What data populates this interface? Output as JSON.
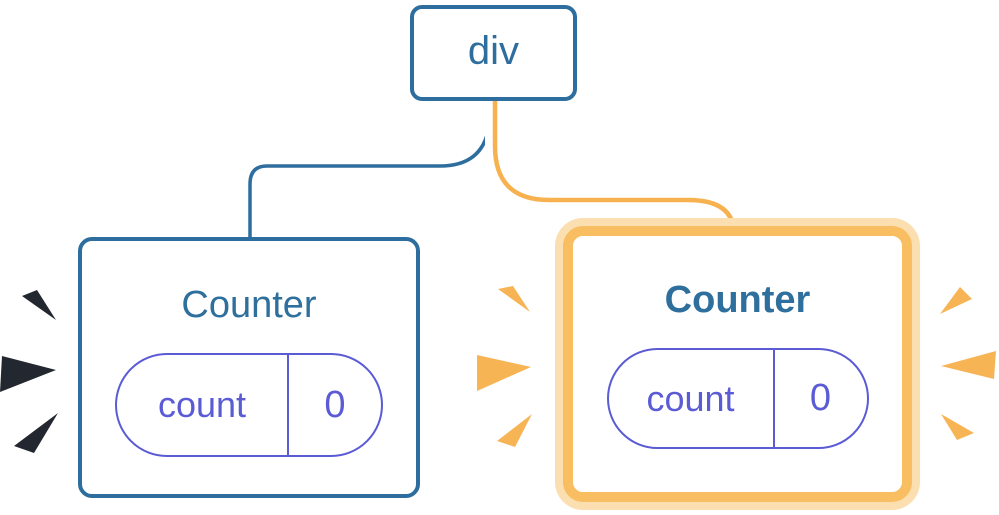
{
  "diagram": {
    "root_node": {
      "label": "div"
    },
    "edges": [
      {
        "from": "div",
        "to": "counter-0",
        "color": "#2d6e9e",
        "style": "thin"
      },
      {
        "from": "div",
        "to": "counter-1",
        "color": "#f7b24f",
        "style": "thick-white-cased"
      }
    ],
    "counters": [
      {
        "title": "Counter",
        "state_key": "count",
        "state_value": "0",
        "highlighted": false,
        "spark_color": "#23272f",
        "spark_sides": [
          "left"
        ]
      },
      {
        "title": "Counter",
        "state_key": "count",
        "state_value": "0",
        "highlighted": true,
        "spark_color": "#f7b455",
        "spark_sides": [
          "left",
          "right"
        ]
      }
    ]
  },
  "colors": {
    "edge_blue": "#2d6e9e",
    "title_blue": "#2e6f9d",
    "purple": "#5b5bd6",
    "edge_orange": "#f7b24f",
    "ring_orange": "#f9bd62",
    "ring_orange_light": "#fbdfb0",
    "spark_orange": "#f7b455",
    "spark_dark": "#23272f",
    "card_bg": "#ffffff"
  }
}
